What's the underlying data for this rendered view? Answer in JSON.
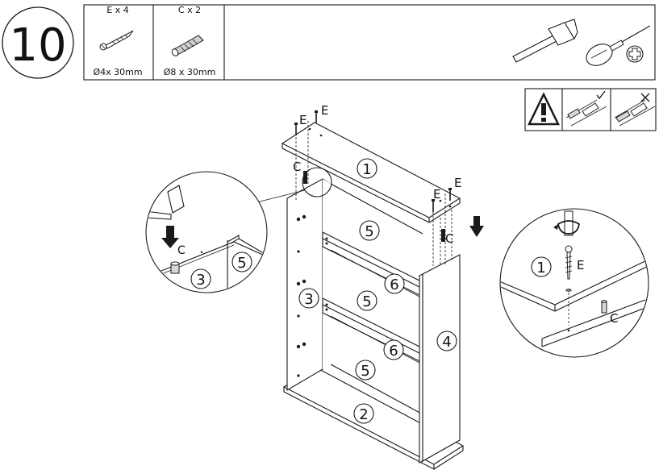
{
  "step": {
    "number": "10"
  },
  "parts": [
    {
      "qty_label": "E x 4",
      "size": "Ø4x 30mm",
      "icon": "screw-icon"
    },
    {
      "qty_label": "C x 2",
      "size": "Ø8 x 30mm",
      "icon": "dowel-icon"
    }
  ],
  "tools": [
    {
      "icon": "hammer-icon"
    },
    {
      "icon": "phillips-screwdriver-icon"
    }
  ],
  "warning": {
    "icon": "warning-triangle-icon"
  },
  "labels": {
    "part_1": "1",
    "part_2": "2",
    "part_3": "3",
    "part_4": "4",
    "part_5": "5",
    "part_6": "6",
    "screw": "E",
    "dowel": "C"
  },
  "colors": {
    "line": "#1a1a1a",
    "shade": "#d8d8d8",
    "background": "#ffffff"
  }
}
